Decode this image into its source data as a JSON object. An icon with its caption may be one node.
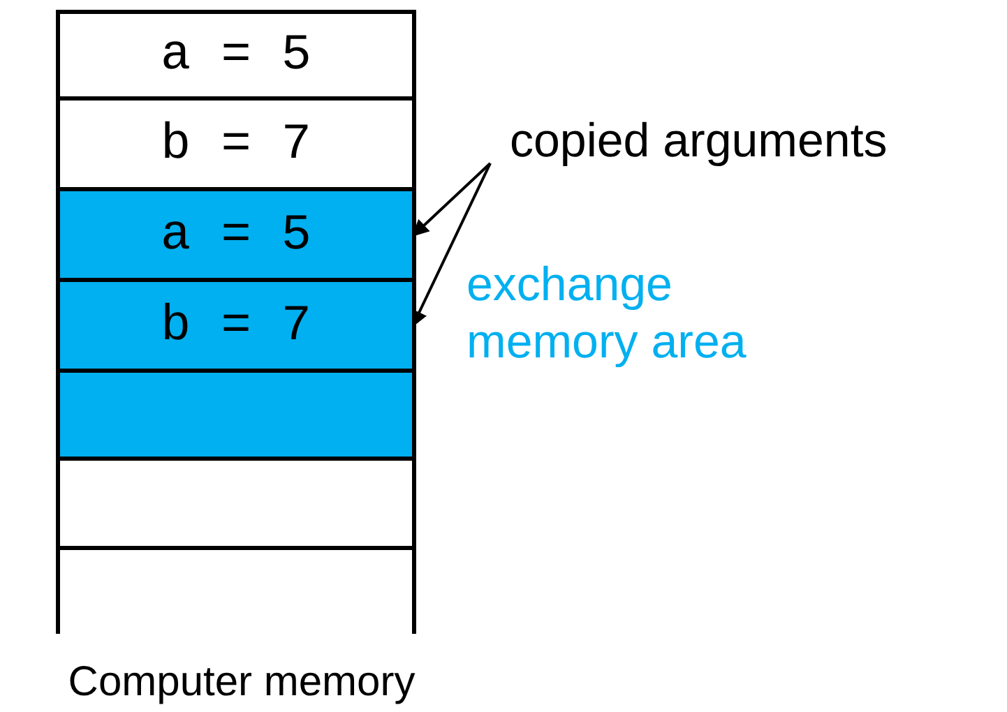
{
  "diagram": {
    "nodes": [
      {
        "text": [
          "Computer memory"
        ]
      },
      {
        "text": [
          "a = 5"
        ],
        "in": 0
      },
      {
        "text": [
          "b = 7"
        ],
        "in": 0
      },
      {
        "text": [
          "a = 5"
        ],
        "in": 0
      },
      {
        "text": [
          "b = 7"
        ],
        "in": 0
      },
      {
        "text": [],
        "shape": "box",
        "in": 0
      },
      {
        "text": [],
        "shape": "box",
        "in": 0
      },
      {
        "text": [],
        "shape": "box",
        "in": 0
      },
      {
        "text": [
          "copied arguments"
        ]
      }
    ],
    "edges": [
      {
        "from": 8,
        "to": 3,
        "arrow": "to"
      },
      {
        "from": 8,
        "to": 4,
        "arrow": "to"
      }
    ],
    "labels": [
      "exchange memory area"
    ]
  }
}
